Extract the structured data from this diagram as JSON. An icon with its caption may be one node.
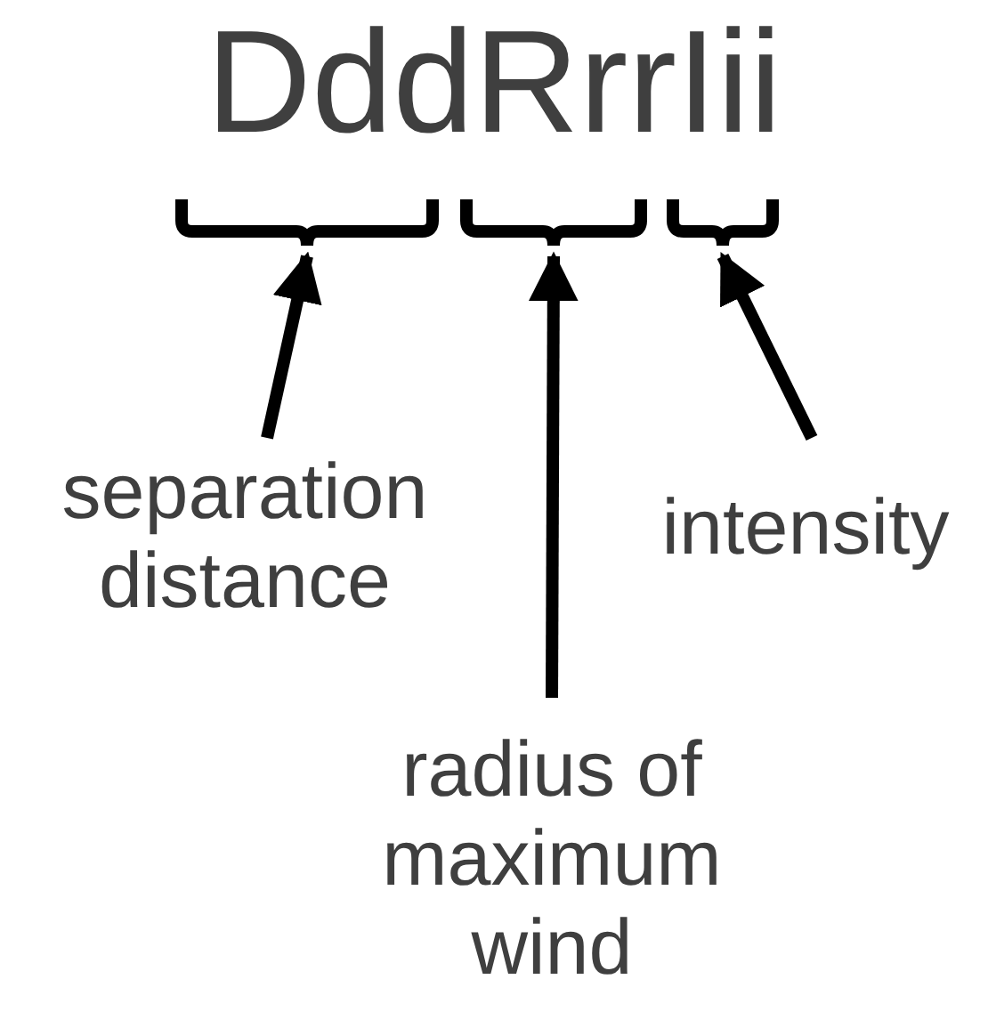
{
  "diagram": {
    "nodes": [
      {
        "text": [],
        "shape": "bracket"
      },
      {
        "text": [],
        "shape": "bracket"
      },
      {
        "text": [],
        "shape": "bracket"
      },
      {
        "text": [
          "separation distance"
        ]
      },
      {
        "text": [
          "radius of maximum wind"
        ]
      },
      {
        "text": [
          "intensity"
        ]
      }
    ],
    "edges": [
      {
        "from": 3,
        "to": 0,
        "arrow": "to"
      },
      {
        "from": 4,
        "to": 1,
        "arrow": "to"
      },
      {
        "from": 5,
        "to": 2,
        "arrow": "to"
      }
    ],
    "labels": [
      "DddRrrIii"
    ]
  }
}
